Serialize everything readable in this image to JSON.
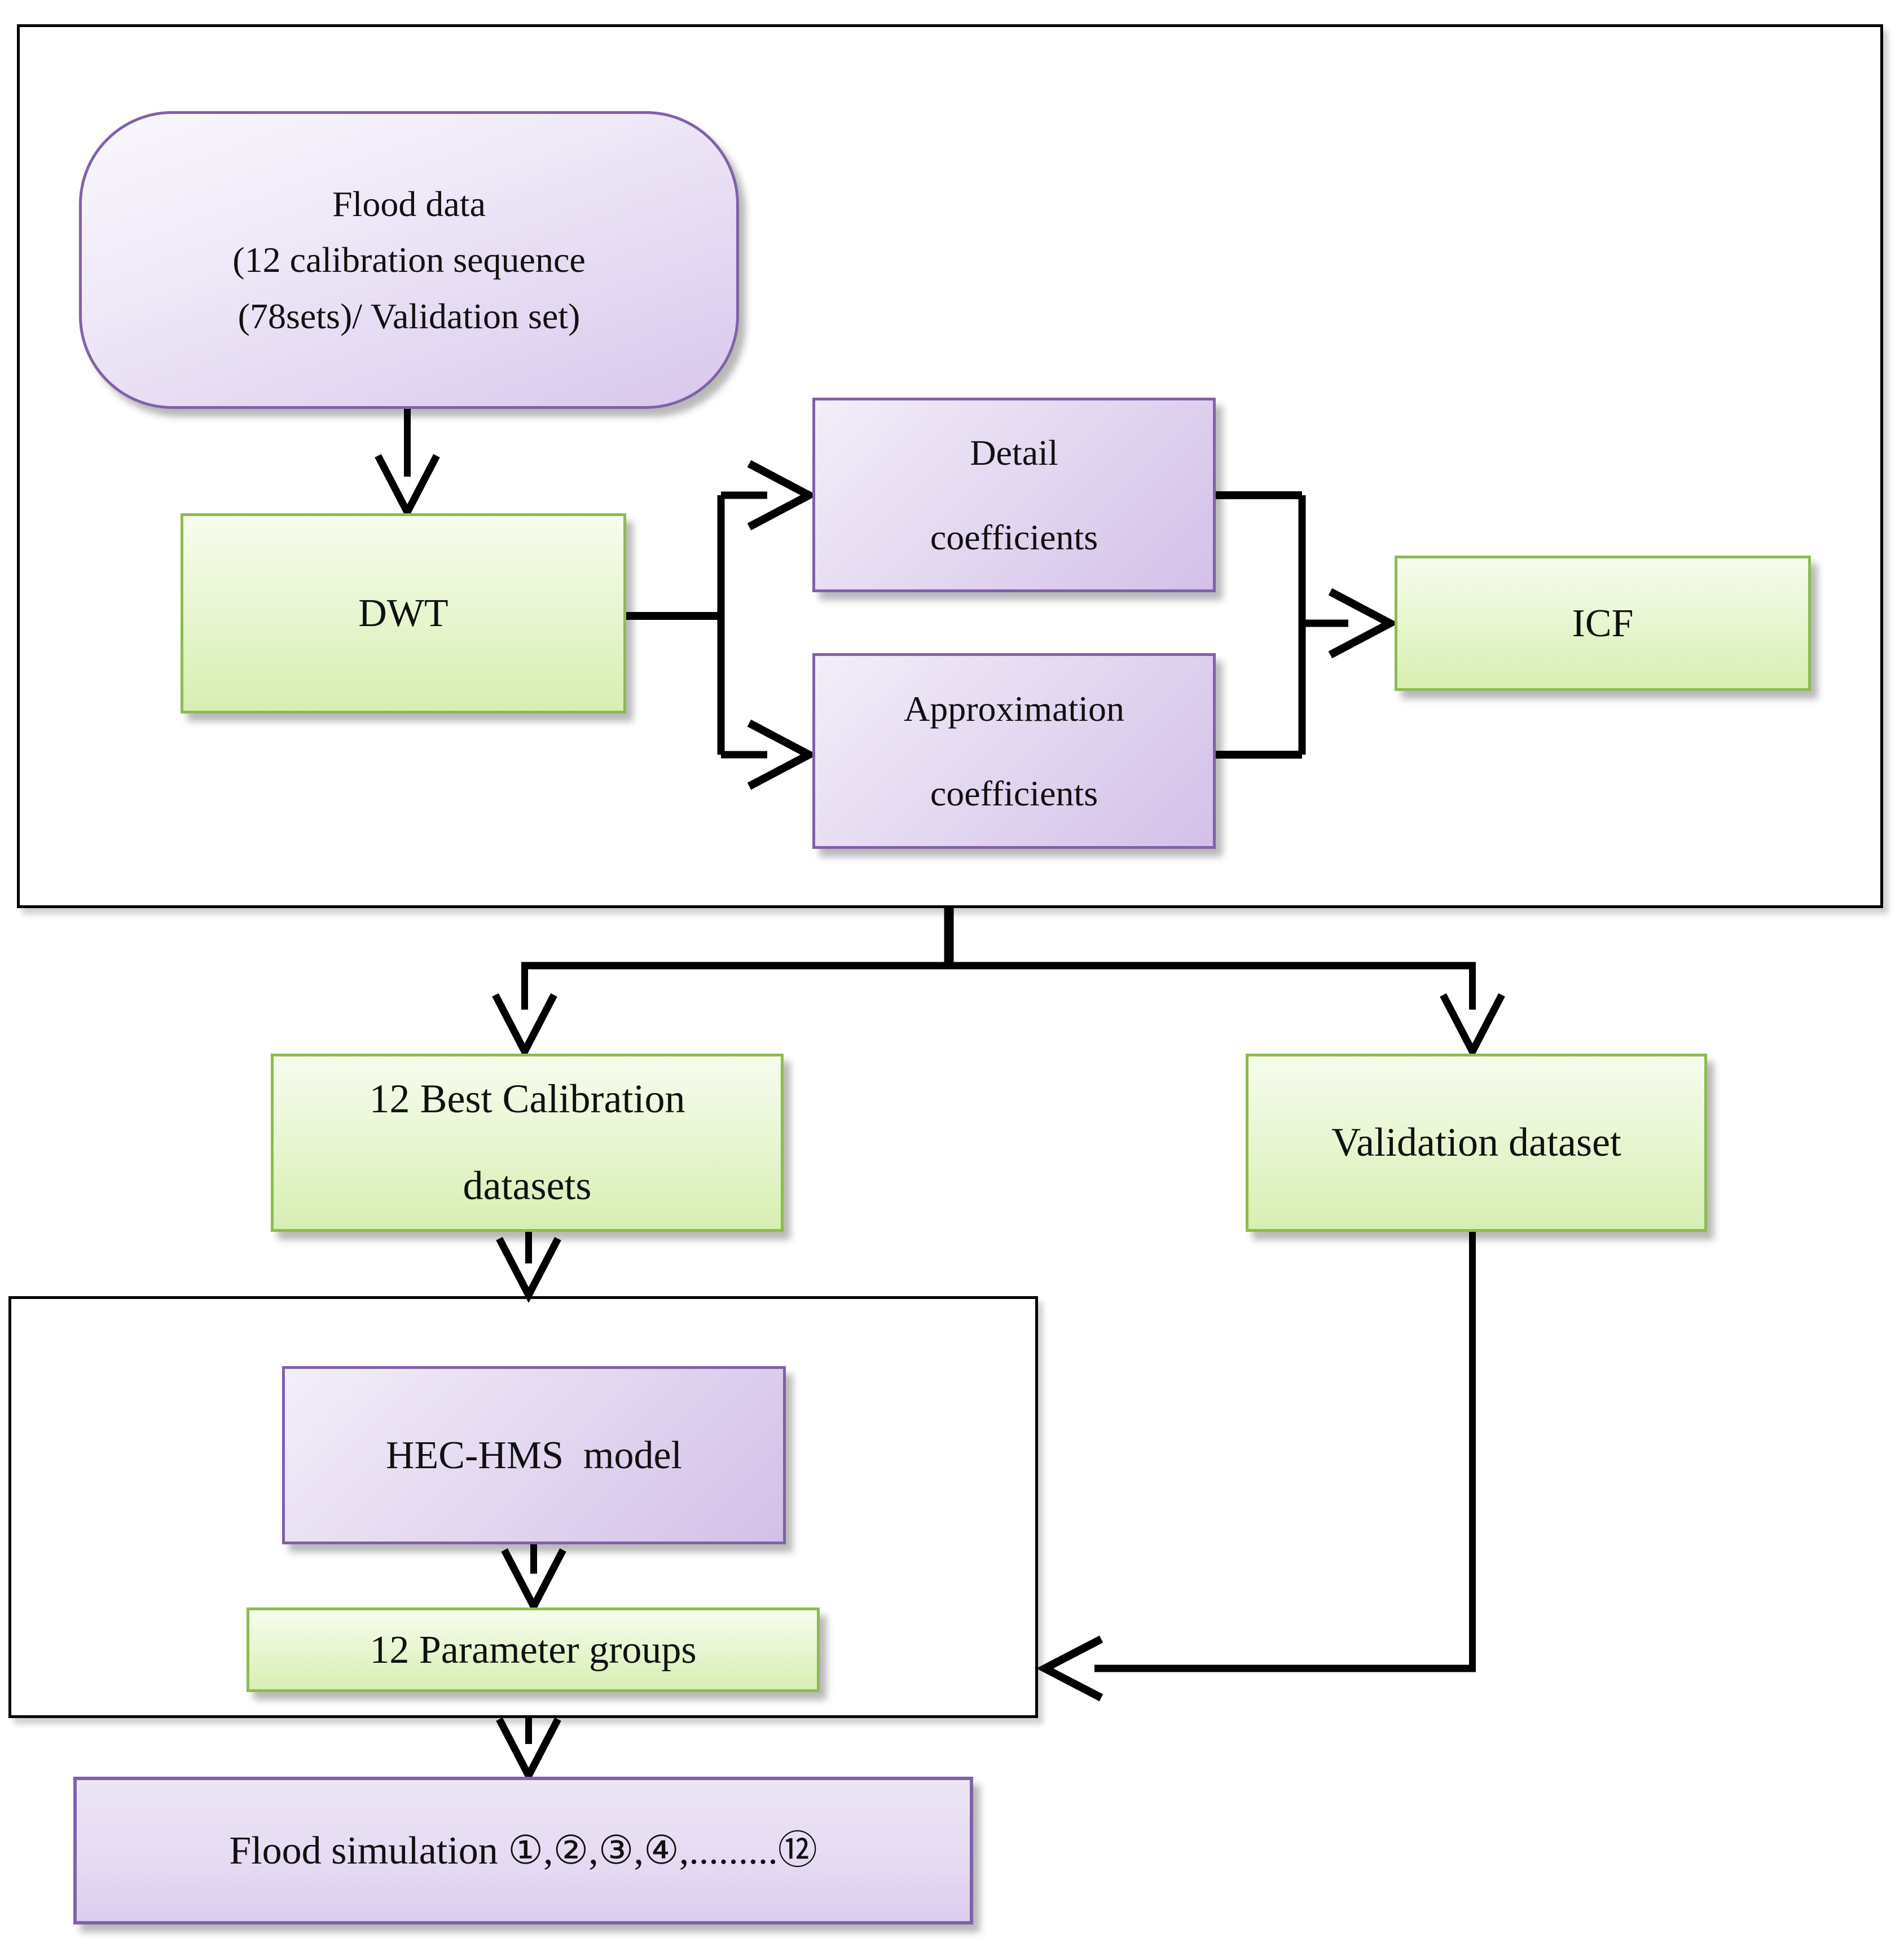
{
  "nodes": {
    "flood_data": {
      "lines": [
        "Flood data",
        "(12 calibration sequence",
        "(78sets)/ Validation set)"
      ]
    },
    "dwt": {
      "label": "DWT"
    },
    "detail_coefficients": {
      "lines": [
        "Detail",
        "coefficients"
      ]
    },
    "approximation_coefficients": {
      "lines": [
        "Approximation",
        "coefficients"
      ]
    },
    "icf": {
      "label": "ICF"
    },
    "best_calibration_datasets": {
      "lines": [
        "12 Best Calibration",
        "datasets"
      ]
    },
    "validation_dataset": {
      "label": "Validation dataset"
    },
    "hec_hms_model": {
      "label": "HEC-HMS  model"
    },
    "parameter_groups": {
      "label": "12 Parameter groups"
    },
    "flood_simulation": {
      "label": "Flood simulation ①,②,③,④,.........⑫"
    }
  },
  "colors": {
    "green_border": "#8dbb51",
    "green_fill_top": "#f7fcee",
    "green_fill_bottom": "#d7efb2",
    "purple_border": "#8161a8",
    "purple_fill_top": "#f3eef9",
    "purple_fill_bottom": "#d3c0e8",
    "line_color": "#000000",
    "text_color": "#101010"
  }
}
